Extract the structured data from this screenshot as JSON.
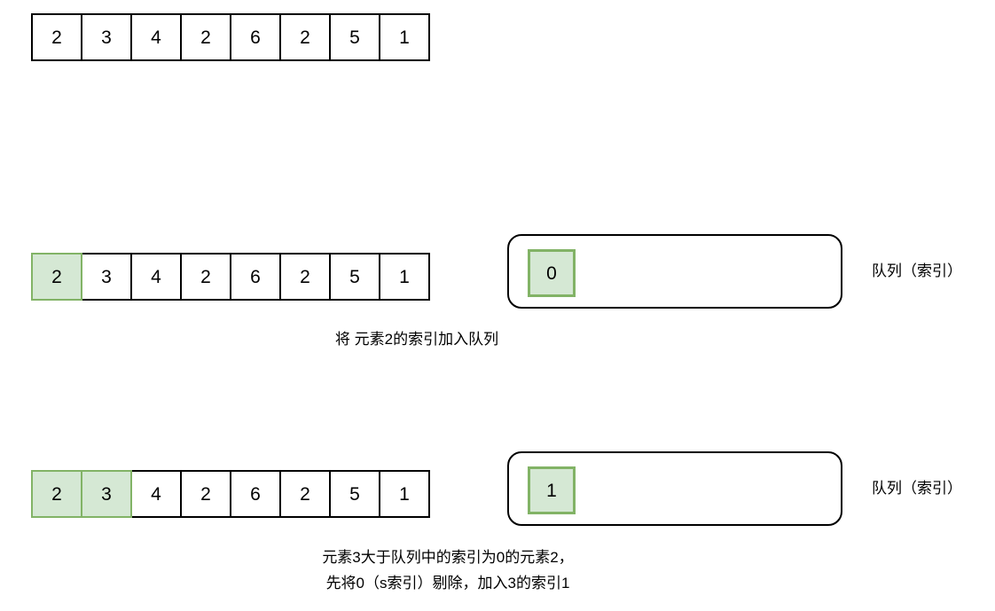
{
  "diagram": {
    "title_present": false,
    "colors": {
      "highlight_fill": "#d5e8d4",
      "highlight_border": "#82b366",
      "cell_border": "#000000",
      "background": "#ffffff",
      "text": "#000000"
    },
    "steps": [
      {
        "id": "initial-array",
        "array": {
          "values": [
            "2",
            "3",
            "4",
            "2",
            "6",
            "2",
            "5",
            "1"
          ],
          "highlighted_count": 0
        },
        "queue": null,
        "queue_label": null,
        "caption": null
      },
      {
        "id": "step-1",
        "array": {
          "values": [
            "2",
            "3",
            "4",
            "2",
            "6",
            "2",
            "5",
            "1"
          ],
          "highlighted_count": 1
        },
        "queue": {
          "items": [
            "0"
          ]
        },
        "queue_label": "队列（索引）",
        "caption": {
          "lines": [
            "将 元素2的索引加入队列"
          ]
        }
      },
      {
        "id": "step-2",
        "array": {
          "values": [
            "2",
            "3",
            "4",
            "2",
            "6",
            "2",
            "5",
            "1"
          ],
          "highlighted_count": 2
        },
        "queue": {
          "items": [
            "1"
          ]
        },
        "queue_label": "队列（索引）",
        "caption": {
          "lines": [
            "元素3大于队列中的索引为0的元素2，",
            "先将0（s索引）剔除，加入3的索引1"
          ]
        }
      }
    ]
  }
}
